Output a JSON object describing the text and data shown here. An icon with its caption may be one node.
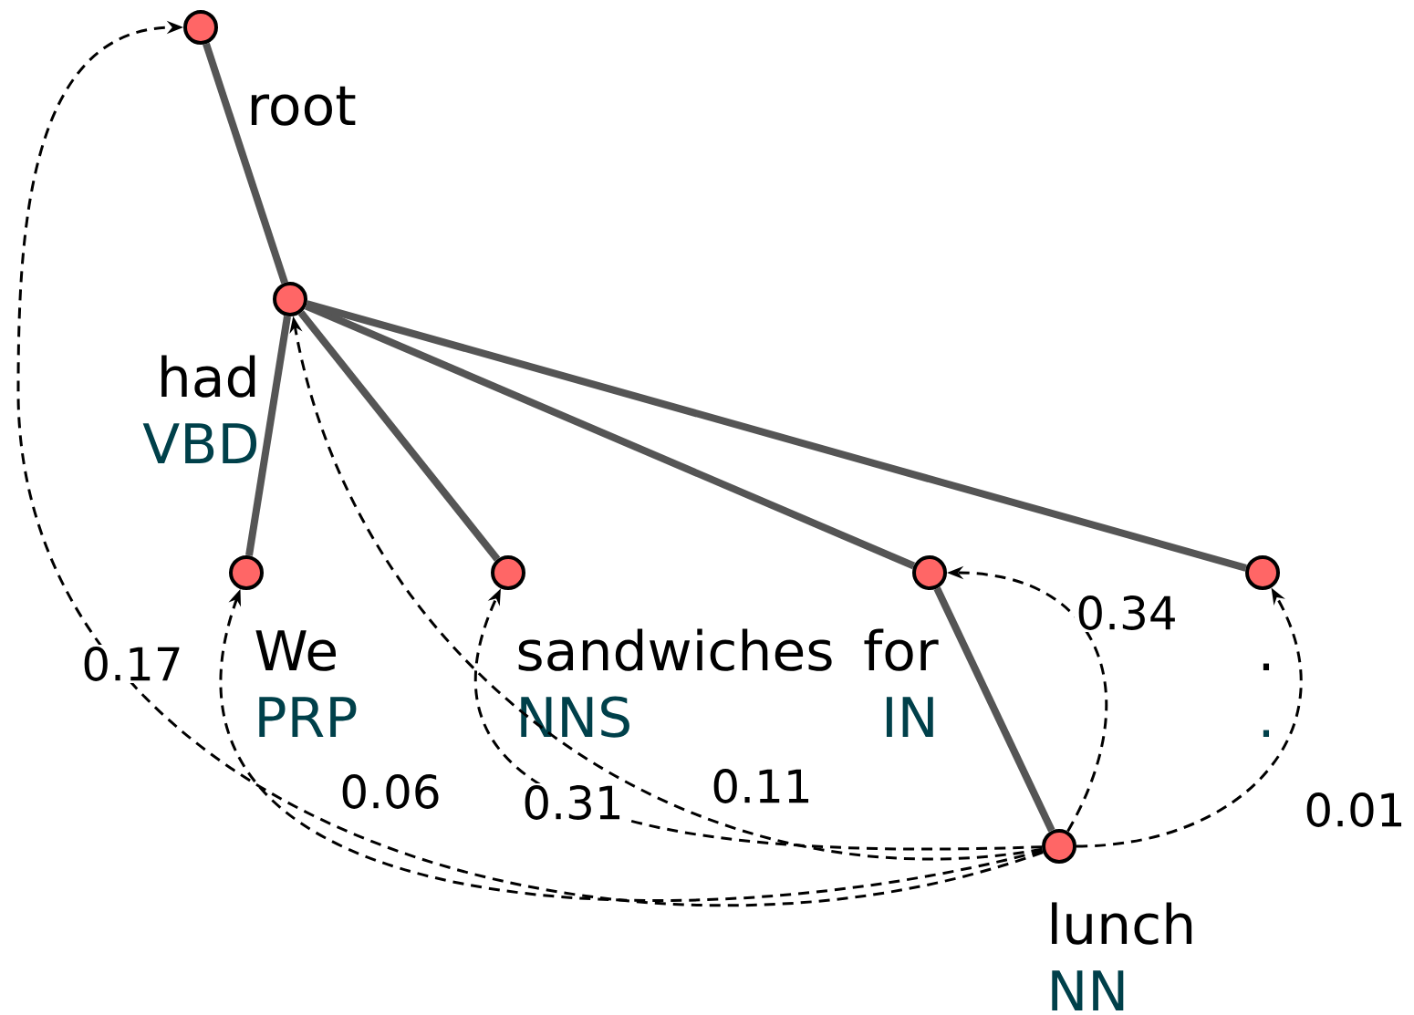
{
  "diagram": {
    "nodes": [
      {
        "text": [
          "root"
        ]
      },
      {
        "text": [
          "had",
          "VBD"
        ]
      },
      {
        "text": [
          "We",
          "PRP"
        ]
      },
      {
        "text": [
          "sandwiches",
          "NNS"
        ]
      },
      {
        "text": [
          "for",
          "IN"
        ]
      },
      {
        "text": [
          ".",
          "."
        ]
      },
      {
        "text": [
          "lunch",
          "NN"
        ]
      }
    ],
    "edges": [
      {
        "from": 0,
        "to": 1,
        "arrow": "none",
        "style": "thick",
        "color": "#555555"
      },
      {
        "from": 1,
        "to": 2,
        "arrow": "none",
        "style": "thick",
        "color": "#555555"
      },
      {
        "from": 1,
        "to": 3,
        "arrow": "none",
        "style": "thick",
        "color": "#555555"
      },
      {
        "from": 1,
        "to": 4,
        "arrow": "none",
        "style": "thick",
        "color": "#555555"
      },
      {
        "from": 1,
        "to": 5,
        "arrow": "none",
        "style": "thick",
        "color": "#555555"
      },
      {
        "from": 4,
        "to": 6,
        "arrow": "none",
        "style": "thick",
        "color": "#555555"
      },
      {
        "from": 6,
        "to": 0,
        "arrow": "to",
        "style": "dashed",
        "label": "0.17"
      },
      {
        "from": 6,
        "to": 2,
        "arrow": "to",
        "style": "dashed",
        "label": "0.06"
      },
      {
        "from": 6,
        "to": 1,
        "arrow": "to",
        "style": "dashed",
        "label": "0.31"
      },
      {
        "from": 6,
        "to": 3,
        "arrow": "to",
        "style": "dashed",
        "label": "0.11"
      },
      {
        "from": 6,
        "to": 4,
        "arrow": "to",
        "style": "dashed",
        "label": "0.34"
      },
      {
        "from": 6,
        "to": 5,
        "arrow": "to",
        "style": "dashed",
        "label": "0.01"
      }
    ]
  }
}
